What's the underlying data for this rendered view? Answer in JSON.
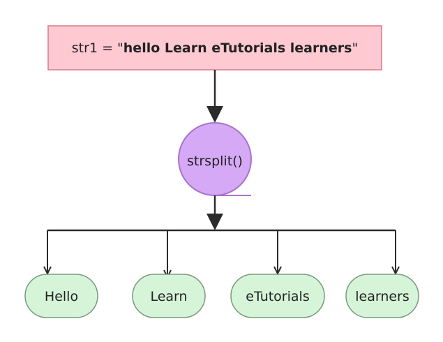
{
  "source_box": {
    "prefix": "str1 = \"",
    "value": "hello Learn eTutorials learners",
    "suffix": "\""
  },
  "function_node": {
    "label": "strsplit()"
  },
  "outputs": [
    {
      "label": "Hello"
    },
    {
      "label": "Learn"
    },
    {
      "label": "eTutorials"
    },
    {
      "label": "learners"
    }
  ],
  "colors": {
    "source_fill": "#ffc9d2",
    "source_stroke": "#d87a86",
    "function_fill": "#d6a9f6",
    "function_stroke": "#a873c9",
    "output_fill": "#d6f5d8",
    "output_stroke": "#7a9a7e",
    "connector": "#2b2b2b"
  }
}
